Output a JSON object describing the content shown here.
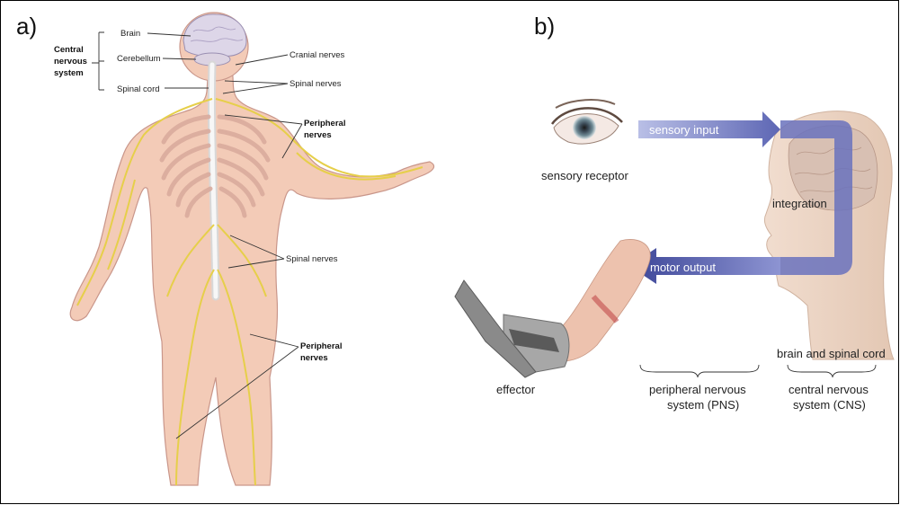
{
  "panel_a": {
    "letter": "a)",
    "labels": {
      "cns": [
        "Central",
        "nervous",
        "system"
      ],
      "brain": "Brain",
      "cerebellum": "Cerebellum",
      "spinal_cord": "Spinal cord",
      "cranial_nerves": "Cranial nerves",
      "spinal_nerves_top": "Spinal nerves",
      "peripheral_top": [
        "Peripheral",
        "nerves"
      ],
      "spinal_nerves_mid": "Spinal nerves",
      "peripheral_bottom": [
        "Peripheral",
        "nerves"
      ]
    }
  },
  "panel_b": {
    "letter": "b)",
    "labels": {
      "sensory_input": "sensory input",
      "sensory_receptor": "sensory receptor",
      "integration": "integration",
      "motor_output": "motor output",
      "effector": "effector",
      "brain_spinal": "brain and spinal cord",
      "pns": [
        "peripheral nervous",
        "system (PNS)"
      ],
      "cns": [
        "central nervous",
        "system (CNS)"
      ]
    }
  },
  "colors": {
    "skin": "#f2c9b4",
    "nerve": "#e8d24a",
    "spine": "#eeeeee",
    "arrow": "#7d85c9",
    "brain": "#d9c3b6"
  }
}
